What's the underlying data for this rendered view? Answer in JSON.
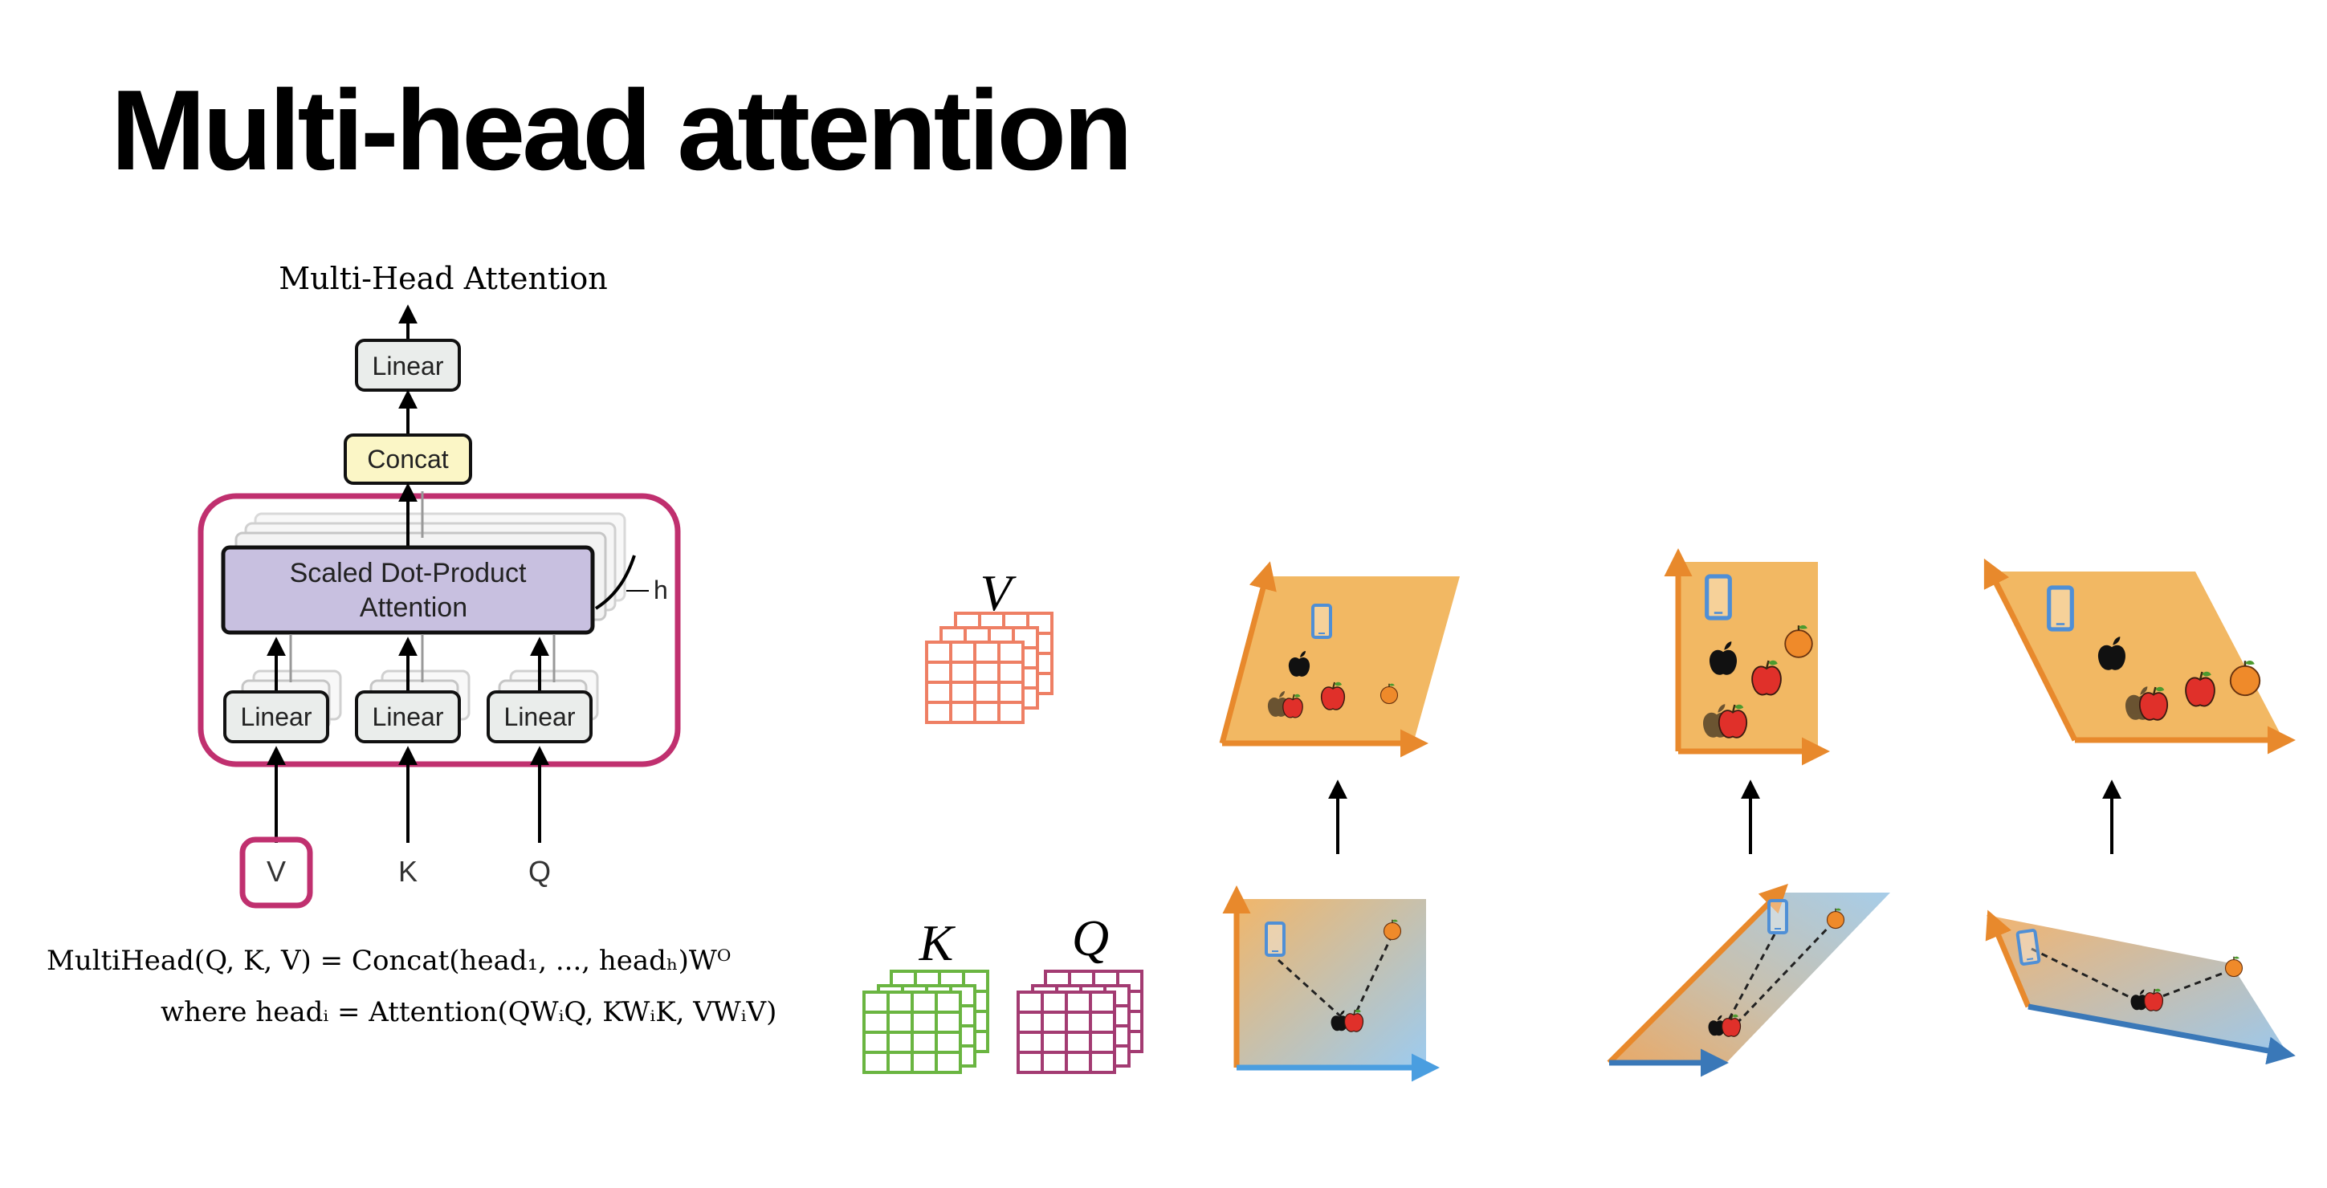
{
  "slide": {
    "title": "Multi-head attention"
  },
  "arch": {
    "output_label": "Multi-Head Attention",
    "top_linear": "Linear",
    "concat": "Concat",
    "sdpa_line1": "Scaled Dot-Product",
    "sdpa_line2": "Attention",
    "h": "h",
    "linear_v": "Linear",
    "linear_k": "Linear",
    "linear_q": "Linear",
    "input_v": "V",
    "input_k": "K",
    "input_q": "Q"
  },
  "formula": {
    "line1": "MultiHead(Q, K, V) = Concat(head₁, ..., headₕ)Wᴼ",
    "line2": "where headᵢ = Attention(QWᵢQ, KWᵢK, VWᵢV)"
  },
  "matrices": {
    "v": "V",
    "k": "K",
    "q": "Q"
  },
  "colors": {
    "highlight": "#c0306f",
    "concat_fill": "#fbf6c6",
    "sdpa_fill": "#c8c0e0",
    "linear_fill": "#eaedeb",
    "v_matrix": "#ee7f64",
    "k_matrix": "#6ab541",
    "q_matrix": "#a33b72",
    "axis_orange": "#e8892c",
    "axis_blue": "#4a9ee0",
    "plane_orange": "#f2b863",
    "plane_blue": "#a9cfee",
    "apple_red": "#e0302a",
    "orange_fruit": "#ef8a2a",
    "phone_blue": "#4f8fd6"
  }
}
